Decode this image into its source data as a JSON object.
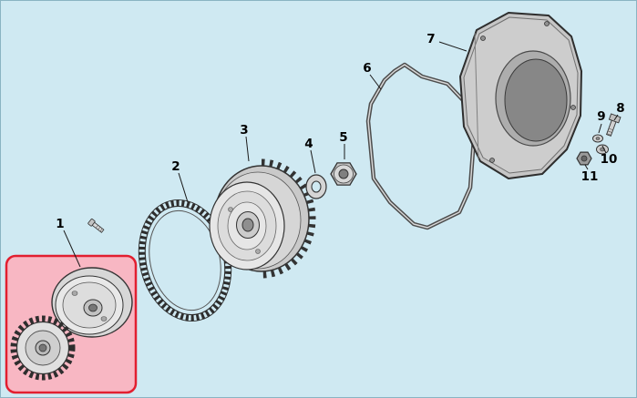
{
  "diagram": {
    "type": "exploded-parts-diagram",
    "colors": {
      "background": "#cfe9f2",
      "border": "#8ab4c2",
      "highlight_fill": "#f8b7c3",
      "highlight_stroke": "#e21f30",
      "line": "#1a1a1a"
    },
    "labels": [
      {
        "text": "1"
      },
      {
        "text": "2"
      },
      {
        "text": "3"
      },
      {
        "text": "4"
      },
      {
        "text": "5"
      },
      {
        "text": "6"
      },
      {
        "text": "7"
      },
      {
        "text": "8"
      },
      {
        "text": "9"
      },
      {
        "text": "10"
      },
      {
        "text": "11"
      }
    ]
  }
}
